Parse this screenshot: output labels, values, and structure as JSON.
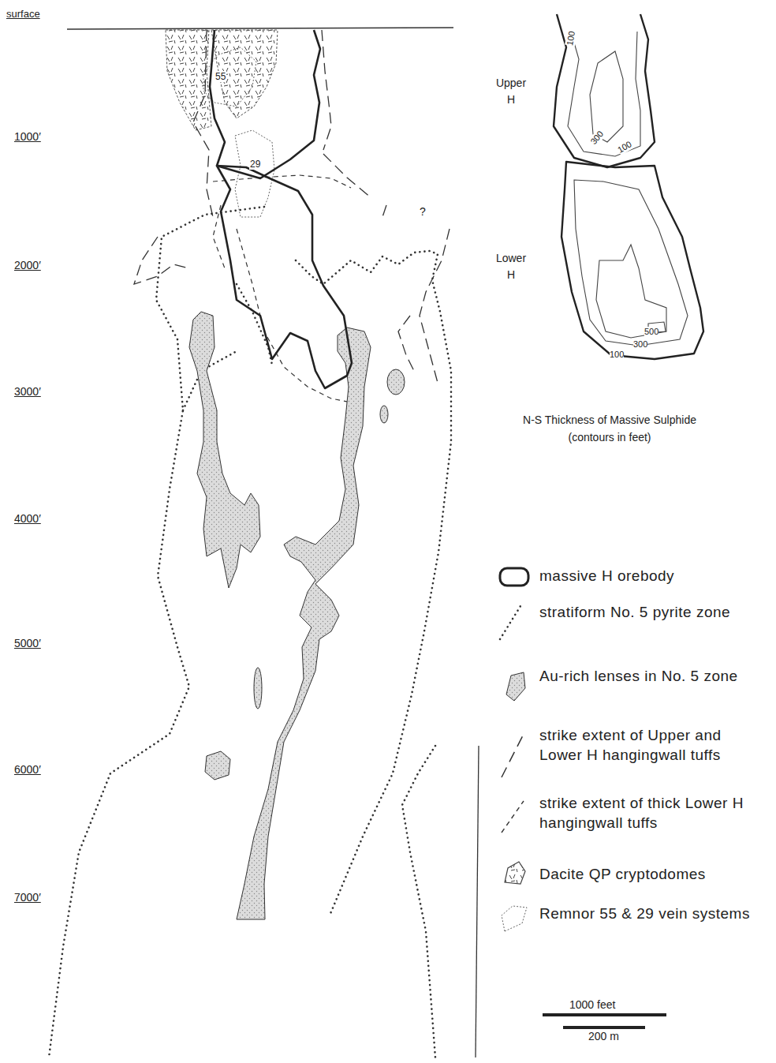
{
  "diagram": {
    "caption": "N-S Thickness of Massive Sulphide (contours in feet)",
    "labels": [
      "surface",
      "1000′",
      "2000′",
      "3000′",
      "4000′",
      "5000′",
      "6000′",
      "7000′",
      "55",
      "29",
      "?",
      "Upper H",
      "Lower H",
      "100",
      "300",
      "100",
      "500",
      "300",
      "100",
      "1000 feet",
      "200 m"
    ],
    "legend": [
      {
        "text": "massive H orebody"
      },
      {
        "text": "stratiform No. 5 pyrite zone"
      },
      {
        "text": "Au-rich lenses in No. 5 zone"
      },
      {
        "text": "strike extent of Upper and Lower H hangingwall tuffs"
      },
      {
        "text": "strike extent of thick Lower H hangingwall tuffs"
      },
      {
        "text": "Dacite QP cryptodomes"
      },
      {
        "text": "Remnor 55 & 29 vein systems"
      }
    ]
  }
}
